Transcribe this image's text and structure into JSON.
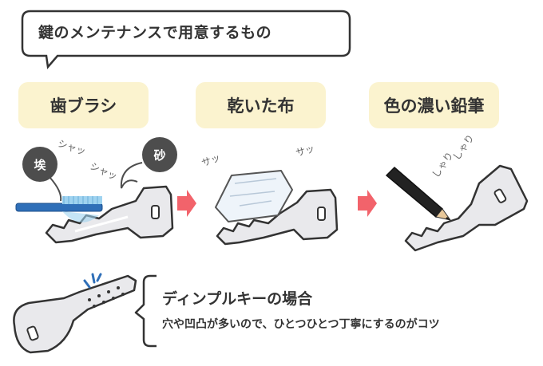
{
  "title": "鍵のメンテナンスで用意するもの",
  "items": [
    {
      "label": "歯ブラシ"
    },
    {
      "label": "乾いた布"
    },
    {
      "label": "色の濃い鉛筆"
    }
  ],
  "sounds": {
    "brush_1": "シャッ",
    "brush_2": "シャッ",
    "cloth_1": "サッ",
    "cloth_2": "サッ",
    "pencil_1": "しゃり",
    "pencil_2": "しゃり"
  },
  "badges": {
    "dust": "埃",
    "sand": "砂"
  },
  "dimple": {
    "title": "ディンプルキーの場合",
    "description": "穴や凹凸が多いので、ひとつひとつ丁寧にするのがコツ"
  },
  "colors": {
    "label_bg": "#fbf3cf",
    "arrow": "#f2636b",
    "brush": "#2f6fb8",
    "key": "#e9e9ec",
    "badge": "#4d4d4d"
  }
}
